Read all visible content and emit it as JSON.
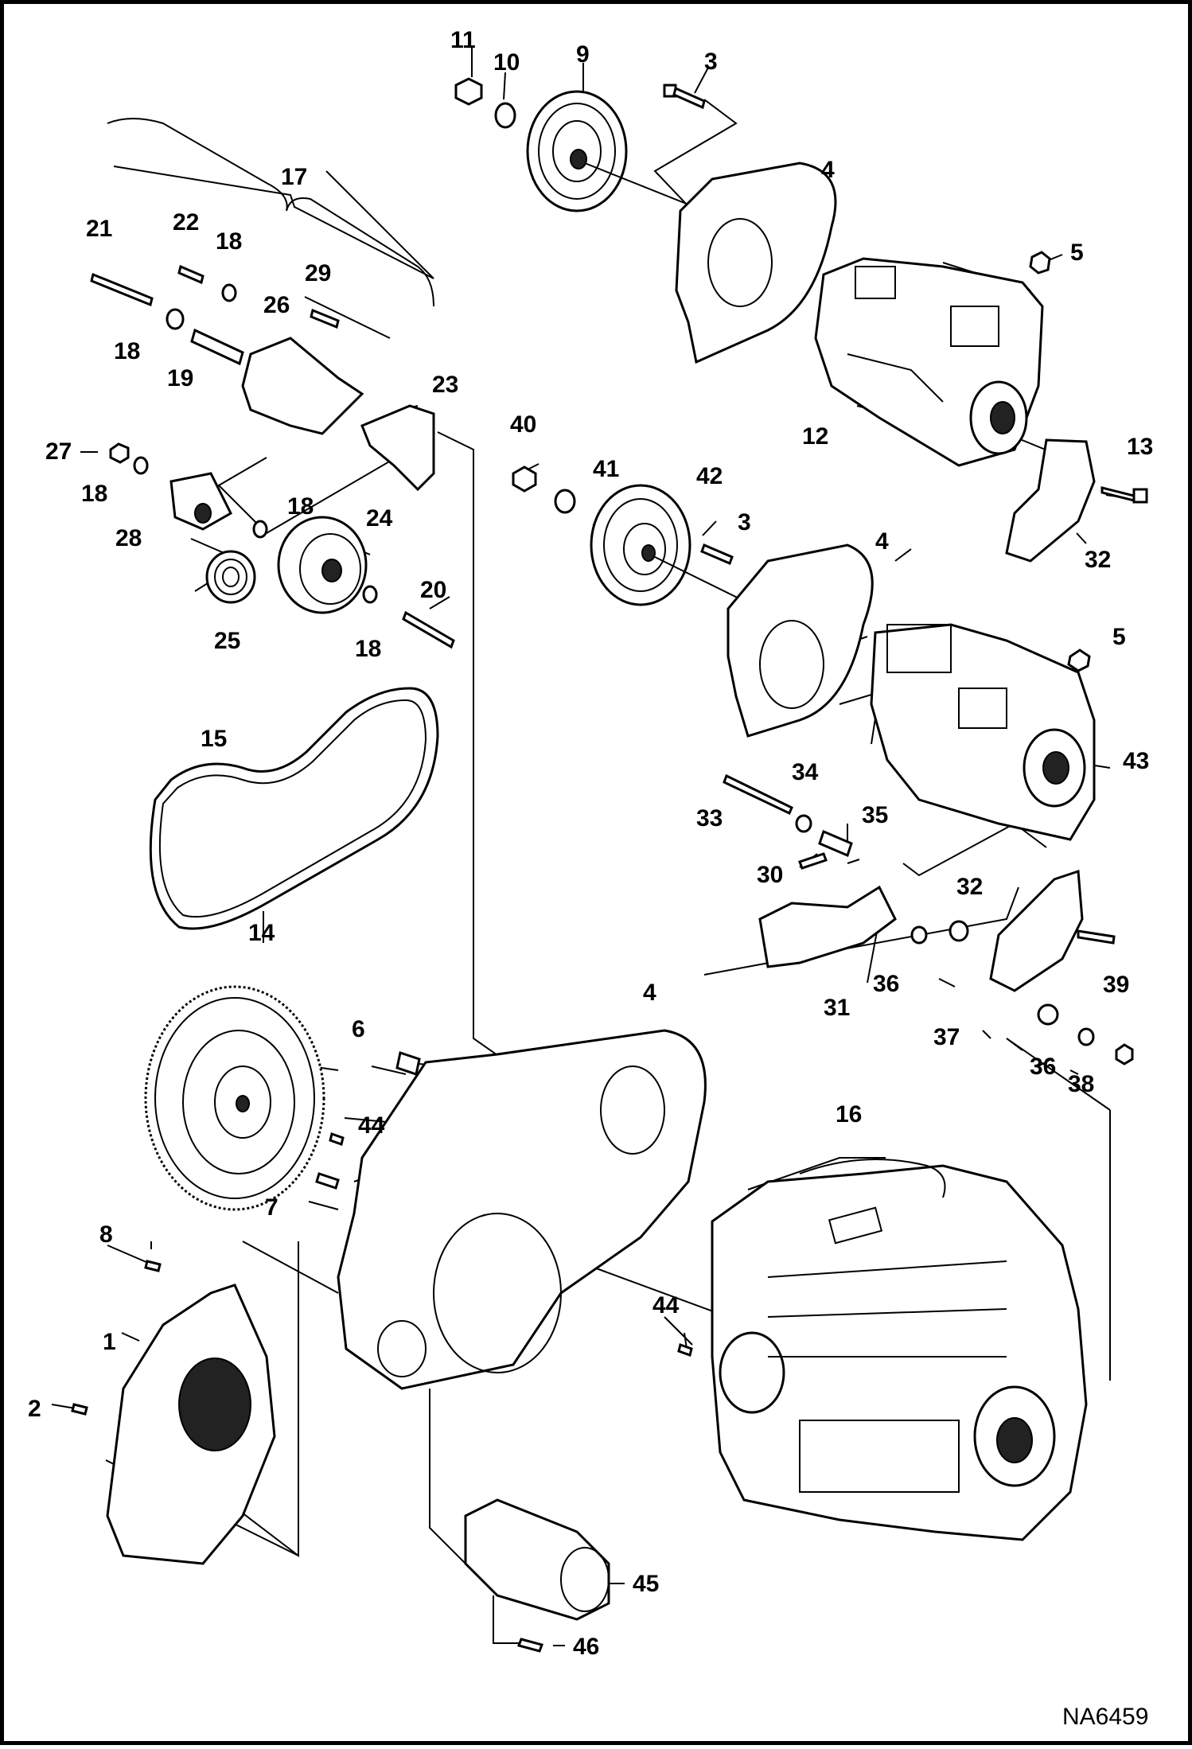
{
  "diagram_code": "NA6459",
  "callouts": [
    {
      "id": "c11",
      "text": "11"
    },
    {
      "id": "c10",
      "text": "10"
    },
    {
      "id": "c9",
      "text": "9"
    },
    {
      "id": "c3a",
      "text": "3"
    },
    {
      "id": "c17",
      "text": "17"
    },
    {
      "id": "c4a",
      "text": "4"
    },
    {
      "id": "c21",
      "text": "21"
    },
    {
      "id": "c22",
      "text": "22"
    },
    {
      "id": "c18a",
      "text": "18"
    },
    {
      "id": "c29",
      "text": "29"
    },
    {
      "id": "c5a",
      "text": "5"
    },
    {
      "id": "c26",
      "text": "26"
    },
    {
      "id": "c18b",
      "text": "18"
    },
    {
      "id": "c19",
      "text": "19"
    },
    {
      "id": "c23",
      "text": "23"
    },
    {
      "id": "c12",
      "text": "12"
    },
    {
      "id": "c40",
      "text": "40"
    },
    {
      "id": "c27",
      "text": "27"
    },
    {
      "id": "c13",
      "text": "13"
    },
    {
      "id": "c41",
      "text": "41"
    },
    {
      "id": "c42",
      "text": "42"
    },
    {
      "id": "c18c",
      "text": "18"
    },
    {
      "id": "c3b",
      "text": "3"
    },
    {
      "id": "c18d",
      "text": "18"
    },
    {
      "id": "c24",
      "text": "24"
    },
    {
      "id": "c4b",
      "text": "4"
    },
    {
      "id": "c28",
      "text": "28"
    },
    {
      "id": "c32a",
      "text": "32"
    },
    {
      "id": "c20",
      "text": "20"
    },
    {
      "id": "c25",
      "text": "25"
    },
    {
      "id": "c18e",
      "text": "18"
    },
    {
      "id": "c5b",
      "text": "5"
    },
    {
      "id": "c15",
      "text": "15"
    },
    {
      "id": "c43",
      "text": "43"
    },
    {
      "id": "c34",
      "text": "34"
    },
    {
      "id": "c33",
      "text": "33"
    },
    {
      "id": "c35",
      "text": "35"
    },
    {
      "id": "c30",
      "text": "30"
    },
    {
      "id": "c32b",
      "text": "32"
    },
    {
      "id": "c14",
      "text": "14"
    },
    {
      "id": "c36a",
      "text": "36"
    },
    {
      "id": "c39",
      "text": "39"
    },
    {
      "id": "c31",
      "text": "31"
    },
    {
      "id": "c4c",
      "text": "4"
    },
    {
      "id": "c6",
      "text": "6"
    },
    {
      "id": "c37",
      "text": "37"
    },
    {
      "id": "c36b",
      "text": "36"
    },
    {
      "id": "c38",
      "text": "38"
    },
    {
      "id": "c44a",
      "text": "44"
    },
    {
      "id": "c16",
      "text": "16"
    },
    {
      "id": "c7",
      "text": "7"
    },
    {
      "id": "c8",
      "text": "8"
    },
    {
      "id": "c44b",
      "text": "44"
    },
    {
      "id": "c1",
      "text": "1"
    },
    {
      "id": "c2",
      "text": "2"
    },
    {
      "id": "c45",
      "text": "45"
    },
    {
      "id": "c46",
      "text": "46"
    }
  ]
}
